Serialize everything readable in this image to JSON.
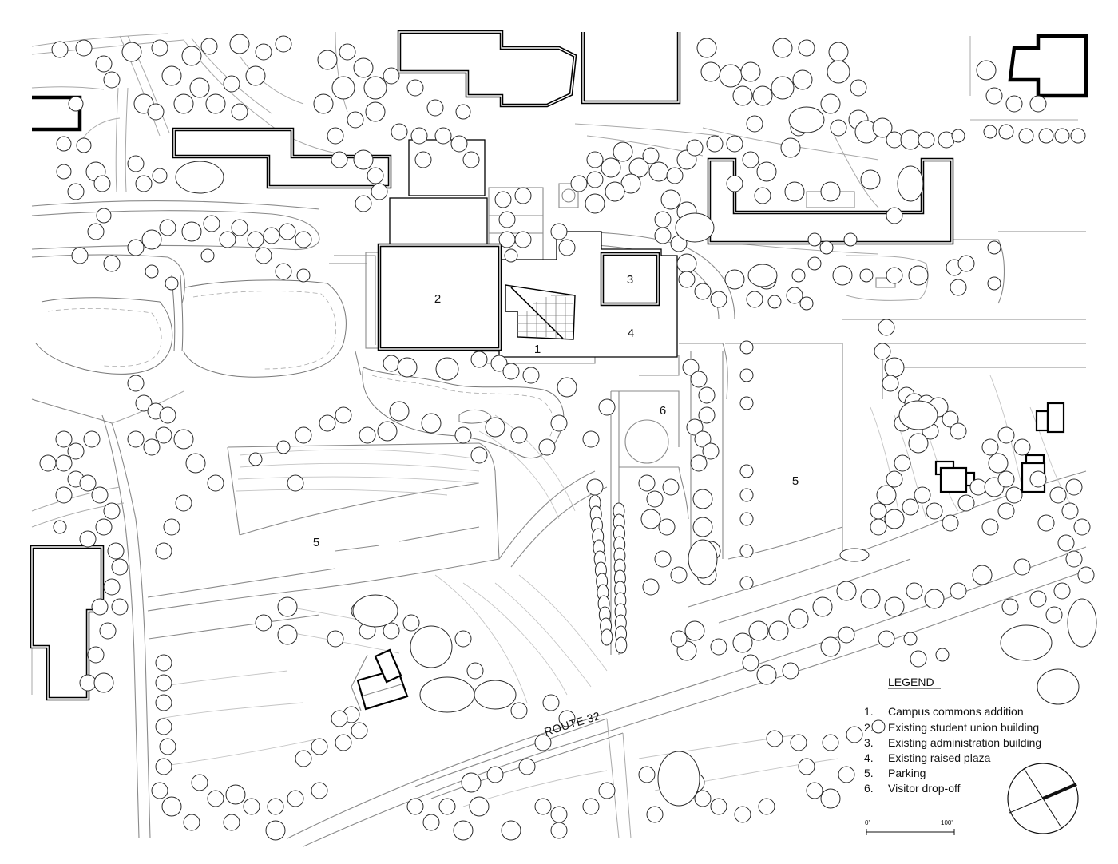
{
  "plan": {
    "zone_labels": {
      "commons_addition": "1",
      "student_union": "2",
      "administration": "3",
      "raised_plaza": "4",
      "parking_west": "5",
      "parking_east": "5",
      "visitor_dropoff": "6"
    },
    "road_label": "ROUTE 32"
  },
  "legend": {
    "title": "LEGEND",
    "items": [
      {
        "num": "1.",
        "text": "Campus commons addition"
      },
      {
        "num": "2.",
        "text": "Existing student union building"
      },
      {
        "num": "3.",
        "text": "Existing administration building"
      },
      {
        "num": "4.",
        "text": "Existing raised plaza"
      },
      {
        "num": "5.",
        "text": "Parking"
      },
      {
        "num": "6.",
        "text": "Visitor drop-off"
      }
    ]
  },
  "scale_bar": {
    "start": "0'",
    "end": "100'"
  },
  "north_arrow": {
    "icon": "north-arrow-icon"
  },
  "colors": {
    "ink": "#000000",
    "linework": "#a8a8a8",
    "paper": "#ffffff"
  }
}
